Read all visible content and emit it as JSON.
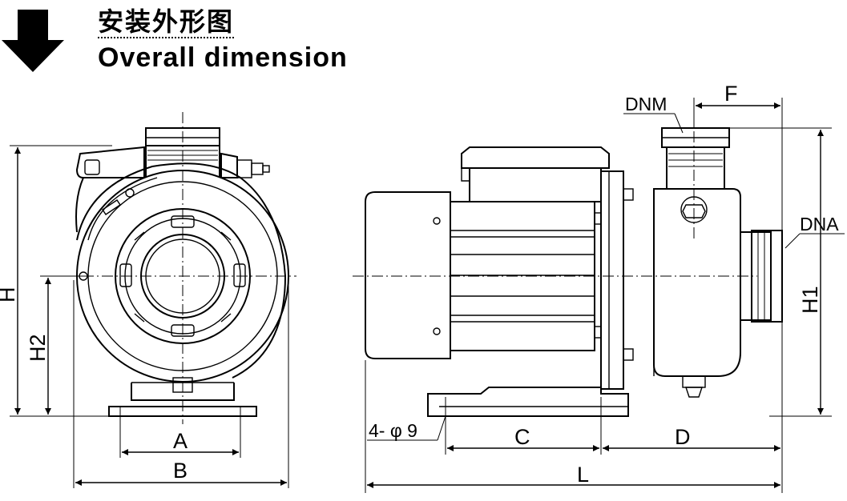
{
  "header": {
    "title_cn": "安装外形图",
    "title_en": "Overall dimension",
    "arrow_icon": "down-arrow-icon"
  },
  "labels": {
    "H": "H",
    "H2": "H2",
    "A": "A",
    "B": "B",
    "DNM": "DNM",
    "F": "F",
    "DNA": "DNA",
    "H1": "H1",
    "holes": "4- φ 9",
    "C": "C",
    "D": "D",
    "L": "L"
  }
}
